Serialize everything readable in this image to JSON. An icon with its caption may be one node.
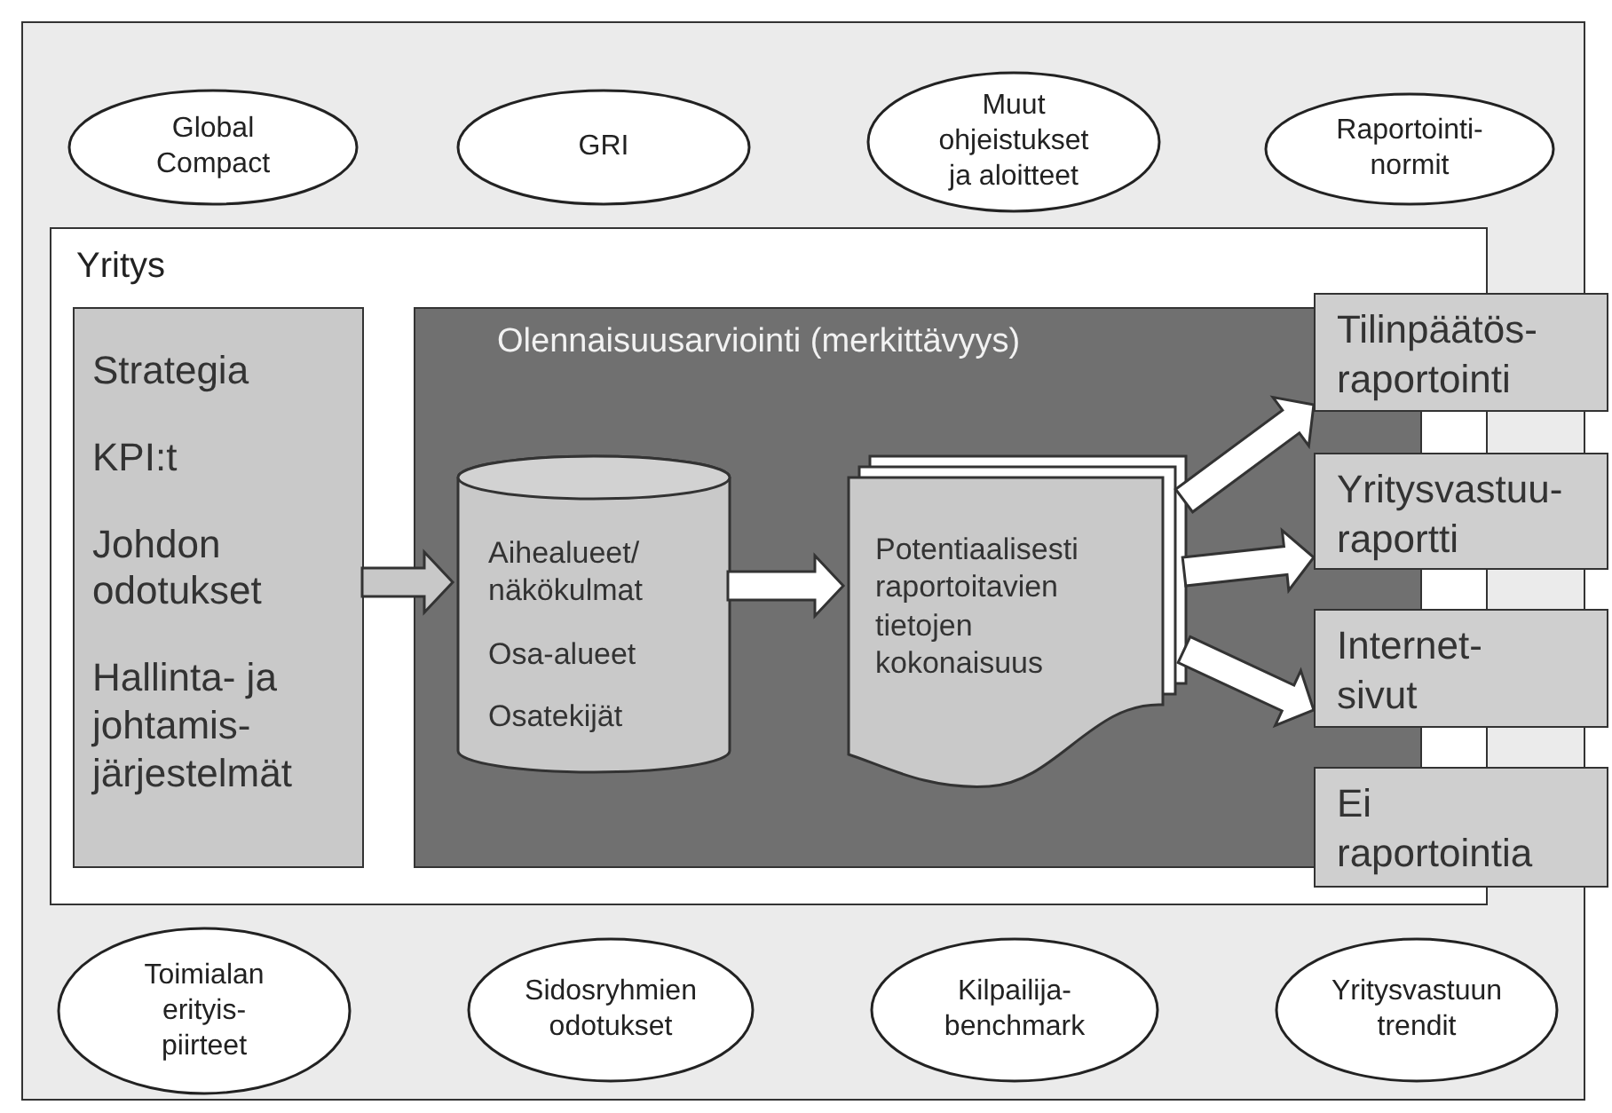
{
  "diagram": {
    "nodes": [
      {
        "text": [
          "Global Compact"
        ]
      },
      {
        "text": [
          "GRI"
        ]
      },
      {
        "text": [
          "Muut ohjeistukset ja aloitteet"
        ]
      },
      {
        "text": [
          "Raportointi-normit"
        ]
      },
      {
        "text": [
          "Yritys"
        ]
      },
      {
        "text": [
          "Strategia",
          "KPI:t",
          "Johdon odotukset",
          "Hallinta- ja johtamis-järjestelmät"
        ],
        "in": 4
      },
      {
        "text": [
          "Olennaisuusarviointi (merkittävyys)"
        ],
        "in": 4
      },
      {
        "text": [
          "Aihealueet/ näkökulmat",
          "Osa-alueet",
          "Osatekijät"
        ],
        "in": 6
      },
      {
        "text": [
          "Potentiaalisesti raportoitavien tietojen kokonaisuus"
        ],
        "in": 6
      },
      {
        "text": [
          "Tilinpäätös-raportointi"
        ]
      },
      {
        "text": [
          "Yritysvastuu-raportti"
        ]
      },
      {
        "text": [
          "Internet-sivut"
        ]
      },
      {
        "text": [
          "Ei raportointia"
        ]
      },
      {
        "text": [
          "Toimialan erityis-piirteet"
        ]
      },
      {
        "text": [
          "Sidosryhmien odotukset"
        ]
      },
      {
        "text": [
          "Kilpailija-benchmark"
        ]
      },
      {
        "text": [
          "Yritysvastuun trendit"
        ]
      }
    ],
    "edges": [
      {
        "from": 5,
        "to": 7,
        "arrow": "to",
        "color": "#c8c8c8"
      },
      {
        "from": 7,
        "to": 8,
        "arrow": "to"
      },
      {
        "from": 8,
        "to": 9,
        "arrow": "to"
      },
      {
        "from": 8,
        "to": 10,
        "arrow": "to"
      },
      {
        "from": 8,
        "to": 11,
        "arrow": "to"
      }
    ]
  }
}
